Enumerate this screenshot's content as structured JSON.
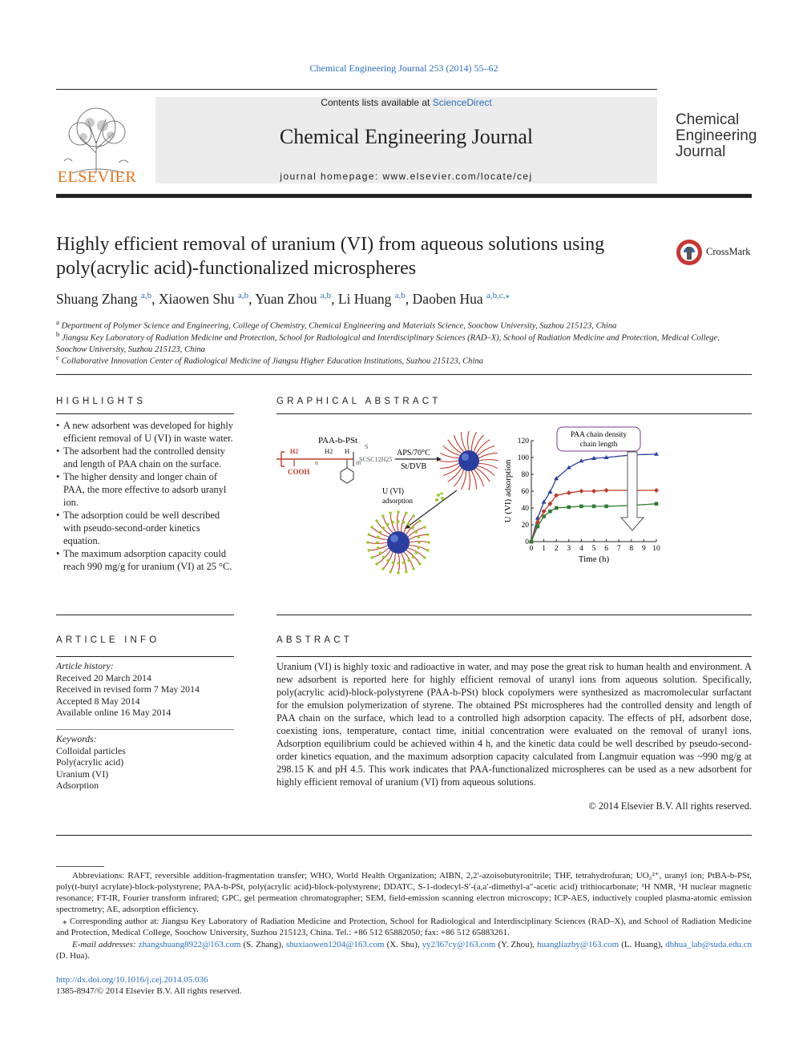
{
  "header": {
    "citation": "Chemical Engineering Journal 253 (2014) 55–62",
    "contents_prefix": "Contents lists available at ",
    "contents_link": "ScienceDirect",
    "journal_title": "Chemical Engineering Journal",
    "homepage": "journal homepage: www.elsevier.com/locate/cej",
    "publisher_logo_text": "ELSEVIER",
    "journal_logo_lines": [
      "Chemical",
      "Engineering",
      "Journal"
    ],
    "crossmark_label": "CrossMark"
  },
  "article": {
    "title": "Highly efficient removal of uranium (VI) from aqueous solutions using poly(acrylic acid)-functionalized microspheres",
    "authors": [
      {
        "name": "Shuang Zhang",
        "sup": "a,b"
      },
      {
        "name": "Xiaowen Shu",
        "sup": "a,b"
      },
      {
        "name": "Yuan Zhou",
        "sup": "a,b"
      },
      {
        "name": "Li Huang",
        "sup": "a,b"
      },
      {
        "name": "Daoben Hua",
        "sup": "a,b,c,⁎"
      }
    ],
    "affiliations": [
      {
        "mark": "a",
        "text": "Department of Polymer Science and Engineering, College of Chemistry, Chemical Engineering and Materials Science, Soochow University, Suzhou 215123, China"
      },
      {
        "mark": "b",
        "text": "Jiangsu Key Laboratory of Radiation Medicine and Protection, School for Radiological and Interdisciplinary Sciences (RAD–X), School of Radiation Medicine and Protection, Medical College, Soochow University, Suzhou 215123, China"
      },
      {
        "mark": "c",
        "text": "Collaborative Innovation Center of Radiological Medicine of Jiangsu Higher Education Institutions, Suzhou 215123, China"
      }
    ]
  },
  "highlights": {
    "heading": "HIGHLIGHTS",
    "items": [
      "A new adsorbent was developed for highly efficient removal of U (VI) in waste water.",
      "The adsorbent had the controlled density and length of PAA chain on the surface.",
      "The higher density and longer chain of PAA, the more effective to adsorb uranyl ion.",
      "The adsorption could be well described with pseudo-second-order kinetics equation.",
      "The maximum adsorption capacity could reach 990 mg/g for uranium (VI) at 25 °C."
    ]
  },
  "graphical_abstract": {
    "heading": "GRAPHICAL ABSTRACT",
    "scheme_labels": {
      "polymer": "PAA-b-PSt",
      "h2_left": "H2",
      "h2_mid": "H2",
      "h_right": "H",
      "n": "n",
      "m": "m",
      "s": "S",
      "end_group": "SCSC12H25",
      "cooh": "COOH",
      "conditions_top": "APS/70°C",
      "conditions_bottom": "St/DVB",
      "uvi": "U (VI)",
      "adsorption": "adsorption"
    },
    "annotation": "PAA chain density\nchain length"
  },
  "chart_data": {
    "type": "line",
    "xlabel": "Time (h)",
    "ylabel": "U (VI) adsorption",
    "xlim": [
      0,
      10
    ],
    "ylim": [
      0,
      120
    ],
    "xticks": [
      0,
      1,
      2,
      3,
      4,
      5,
      6,
      7,
      8,
      9,
      10
    ],
    "yticks": [
      0,
      20,
      40,
      60,
      80,
      100,
      120
    ],
    "annotation": [
      "PAA chain density",
      "chain length"
    ],
    "series": [
      {
        "color": "#2b3fa0",
        "marker": "triangle",
        "x": [
          0,
          0.5,
          1,
          1.5,
          2,
          3,
          4,
          5,
          6,
          8,
          10
        ],
        "y": [
          0,
          28,
          47,
          59,
          75,
          88,
          96,
          99,
          100,
          103,
          104
        ]
      },
      {
        "color": "#c0392b",
        "marker": "diamond",
        "x": [
          0,
          0.5,
          1,
          1.5,
          2,
          3,
          4,
          5,
          6,
          8,
          10
        ],
        "y": [
          0,
          23,
          36,
          45,
          55,
          58,
          60,
          60,
          61,
          61,
          61
        ]
      },
      {
        "color": "#2e7d32",
        "marker": "square",
        "x": [
          0,
          0.5,
          1,
          1.5,
          2,
          3,
          4,
          5,
          6,
          8,
          10
        ],
        "y": [
          0,
          18,
          30,
          36,
          40,
          41,
          42,
          42,
          42,
          43,
          45
        ]
      }
    ]
  },
  "article_info": {
    "heading": "ARTICLE INFO",
    "history_label": "Article history:",
    "history": [
      "Received 20 March 2014",
      "Received in revised form 7 May 2014",
      "Accepted 8 May 2014",
      "Available online 16 May 2014"
    ],
    "keywords_label": "Keywords:",
    "keywords": [
      "Colloidal particles",
      "Poly(acrylic acid)",
      "Uranium (VI)",
      "Adsorption"
    ]
  },
  "abstract": {
    "heading": "ABSTRACT",
    "text": "Uranium (VI) is highly toxic and radioactive in water, and may pose the great risk to human health and environment. A new adsorbent is reported here for highly efficient removal of uranyl ions from aqueous solution. Specifically, poly(acrylic acid)-block-polystyrene (PAA-b-PSt) block copolymers were synthesized as macromolecular surfactant for the emulsion polymerization of styrene. The obtained PSt microspheres had the controlled density and length of PAA chain on the surface, which lead to a controlled high adsorption capacity. The effects of pH, adsorbent dose, coexisting ions, temperature, contact time, initial concentration were evaluated on the removal of uranyl ions. Adsorption equilibrium could be achieved within 4 h, and the kinetic data could be well described by pseudo-second-order kinetics equation, and the maximum adsorption capacity calculated from Langmuir equation was ~990 mg/g at 298.15 K and pH 4.5. This work indicates that PAA-functionalized microspheres can be used as a new adsorbent for highly efficient removal of uranium (VI) from aqueous solutions.",
    "copyright": "© 2014 Elsevier B.V. All rights reserved."
  },
  "footnotes": {
    "abbreviations": "Abbreviations: RAFT, reversible addition-fragmentation transfer; WHO, World Health Organization; AIBN, 2,2′-azoisobutyronitrile; THF, tetrahydrofuran; UO₂²⁺, uranyl ion; PtBA-b-PSt, poly(t-butyl acrylate)-block-polystyrene; PAA-b-PSt, poly(acrylic acid)-block-polystyrene; DDATC, S-1-dodecyl-S′-(a,a′-dimethyl-a″-acetic acid) trithiocarbonate; ¹H NMR, ¹H nuclear magnetic resonance; FT-IR, Fourier transform infrared; GPC, gel permeation chromatographer; SEM, field-emission scanning electron microscopy; ICP-AES, inductively coupled plasma-atomic emission spectrometry; AE, adsorption efficiency.",
    "corresponding": "⁎ Corresponding author at: Jiangsu Key Laboratory of Radiation Medicine and Protection, School for Radiological and Interdisciplinary Sciences (RAD–X), and School of Radiation Medicine and Protection, Medical College, Soochow University, Suzhou 215123, China. Tel.: +86 512 65882050; fax: +86 512 65883261.",
    "email_label": "E-mail addresses:",
    "emails": [
      {
        "addr": "zhangshuang8922@163.com",
        "who": "(S. Zhang),"
      },
      {
        "addr": "shuxiaowen1204@163.com",
        "who": "(X. Shu),"
      },
      {
        "addr": "yy2367cy@163.com",
        "who": "(Y. Zhou),"
      },
      {
        "addr": "huangliazby@163.com",
        "who": "(L. Huang),"
      },
      {
        "addr": "dbhua_lab@suda.edu.cn",
        "who": "(D. Hua)."
      }
    ],
    "doi": "http://dx.doi.org/10.1016/j.cej.2014.05.036",
    "issn": "1385-8947/© 2014 Elsevier B.V. All rights reserved."
  }
}
